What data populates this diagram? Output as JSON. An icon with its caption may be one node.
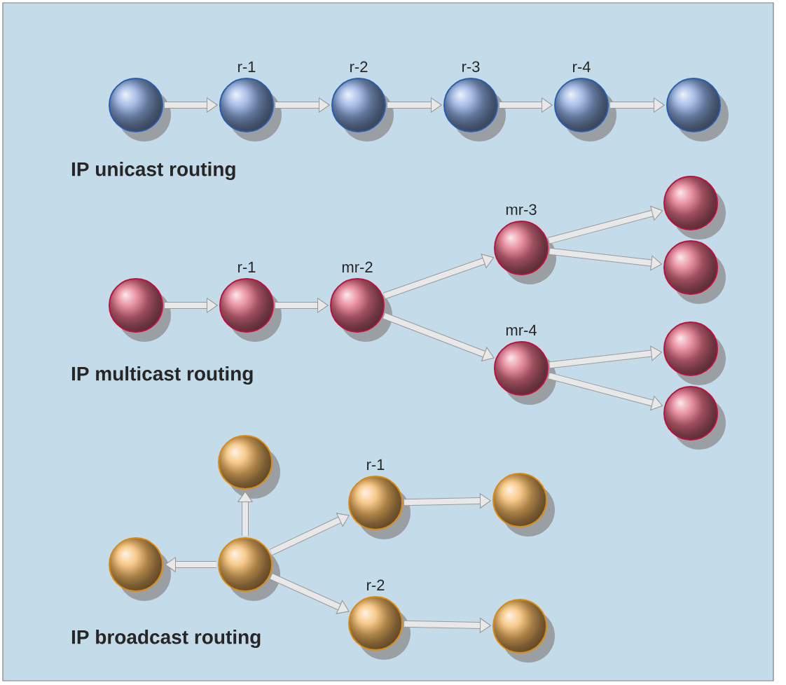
{
  "diagram": {
    "nodes": [
      {
        "text": [],
        "shape": "circle"
      },
      {
        "text": [
          "r-1"
        ]
      },
      {
        "text": [
          "r-2"
        ]
      },
      {
        "text": [
          "r-3"
        ]
      },
      {
        "text": [
          "r-4"
        ]
      },
      {
        "text": [],
        "shape": "circle"
      },
      {
        "text": [],
        "shape": "circle"
      },
      {
        "text": [
          "r-1"
        ]
      },
      {
        "text": [
          "mr-2"
        ]
      },
      {
        "text": [
          "mr-3"
        ]
      },
      {
        "text": [
          "mr-4"
        ]
      },
      {
        "text": [],
        "shape": "circle"
      },
      {
        "text": [],
        "shape": "circle"
      },
      {
        "text": [],
        "shape": "circle"
      },
      {
        "text": [],
        "shape": "circle"
      },
      {
        "text": [],
        "shape": "circle"
      },
      {
        "text": [
          "r-1"
        ]
      },
      {
        "text": [],
        "shape": "circle"
      },
      {
        "text": [],
        "shape": "circle"
      },
      {
        "text": [],
        "shape": "circle"
      },
      {
        "text": [
          "r-2"
        ]
      },
      {
        "text": [],
        "shape": "circle"
      }
    ],
    "edges": [
      {
        "from": 0,
        "to": 1,
        "arrow": "to"
      },
      {
        "from": 1,
        "to": 2,
        "arrow": "to"
      },
      {
        "from": 2,
        "to": 3,
        "arrow": "to"
      },
      {
        "from": 3,
        "to": 4,
        "arrow": "to"
      },
      {
        "from": 4,
        "to": 5,
        "arrow": "to"
      },
      {
        "from": 6,
        "to": 7,
        "arrow": "to"
      },
      {
        "from": 7,
        "to": 8,
        "arrow": "to"
      },
      {
        "from": 8,
        "to": 9,
        "arrow": "to"
      },
      {
        "from": 8,
        "to": 10,
        "arrow": "to"
      },
      {
        "from": 9,
        "to": 11,
        "arrow": "to"
      },
      {
        "from": 9,
        "to": 12,
        "arrow": "to"
      },
      {
        "from": 10,
        "to": 13,
        "arrow": "to"
      },
      {
        "from": 10,
        "to": 14,
        "arrow": "to"
      },
      {
        "from": 19,
        "to": 15,
        "arrow": "to"
      },
      {
        "from": 19,
        "to": 18,
        "arrow": "to"
      },
      {
        "from": 19,
        "to": 16,
        "arrow": "to"
      },
      {
        "from": 19,
        "to": 20,
        "arrow": "to"
      },
      {
        "from": 16,
        "to": 17,
        "arrow": "to"
      },
      {
        "from": 20,
        "to": 21,
        "arrow": "to"
      }
    ],
    "labels": [
      "IP unicast routing",
      "IP multicast routing",
      "IP broadcast routing"
    ]
  }
}
